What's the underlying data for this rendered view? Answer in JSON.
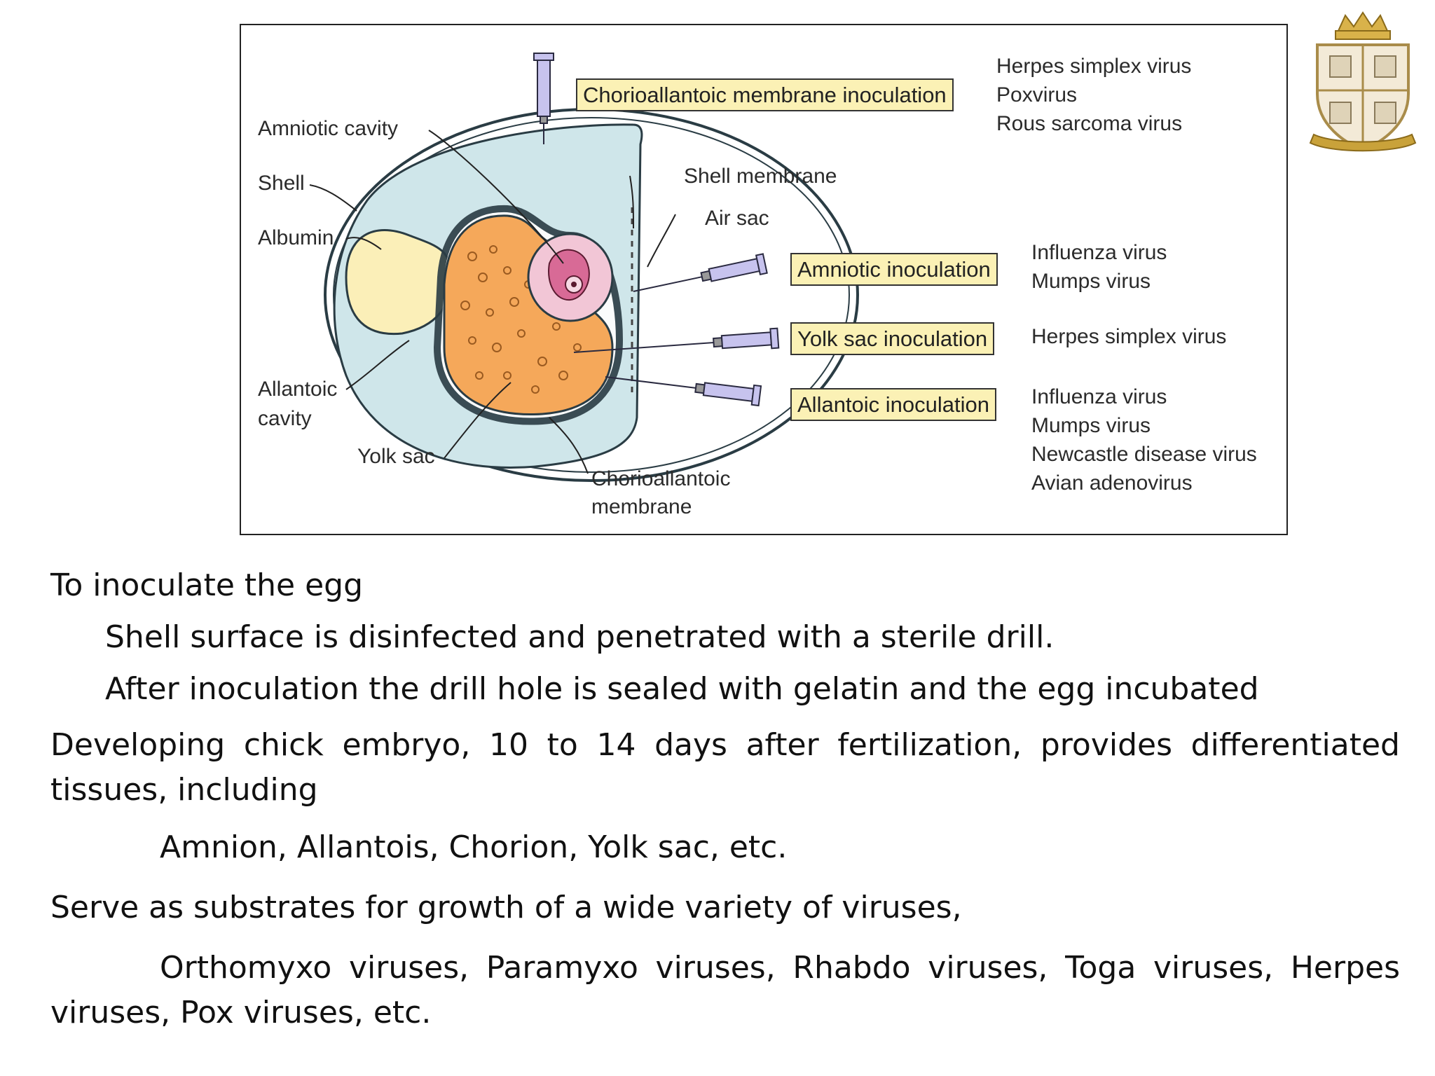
{
  "diagram": {
    "labels": {
      "amniotic_cavity": "Amniotic cavity",
      "shell": "Shell",
      "albumin": "Albumin",
      "allantoic_cavity_1": "Allantoic",
      "allantoic_cavity_2": "cavity",
      "yolk_sac": "Yolk sac",
      "cam_1": "Chorioallantoic",
      "cam_2": "membrane",
      "shell_membrane": "Shell membrane",
      "air_sac": "Air sac"
    },
    "inoculations": [
      {
        "label": "Chorioallantoic membrane inoculation",
        "viruses": [
          "Herpes simplex virus",
          "Poxvirus",
          "Rous sarcoma virus"
        ]
      },
      {
        "label": "Amniotic inoculation",
        "viruses": [
          "Influenza virus",
          "Mumps virus"
        ]
      },
      {
        "label": "Yolk sac inoculation",
        "viruses": [
          "Herpes simplex virus"
        ]
      },
      {
        "label": "Allantoic inoculation",
        "viruses": [
          "Influenza virus",
          "Mumps virus",
          "Newcastle disease virus",
          "Avian adenovirus"
        ]
      }
    ]
  },
  "text": {
    "line1": "To inoculate the egg",
    "line2": "Shell surface is disinfected and penetrated with a sterile drill.",
    "line3": "After inoculation the drill hole is sealed with gelatin and the egg incubated",
    "line4": "Developing chick embryo, 10 to 14 days after fertilization, provides differentiated tissues, including",
    "line5": "Amnion,  Allantois,  Chorion,  Yolk sac, etc.",
    "line6": "Serve as substrates for growth of a wide variety of viruses,",
    "line7": "Orthomyxo viruses, Paramyxo viruses, Rhabdo viruses, Toga viruses, Herpes viruses, Pox viruses, etc."
  },
  "colors": {
    "shell_fill": "#cfe6ea",
    "albumin_fill": "#fbefb8",
    "yolk_fill": "#f5a85a",
    "amnion_fill": "#f2c6d6",
    "embryo_fill": "#d86a96",
    "label_fill": "#fbf1b5",
    "syringe_fill": "#c7c3ee"
  },
  "icons": [
    "crest-logo-icon",
    "syringe-icon"
  ]
}
